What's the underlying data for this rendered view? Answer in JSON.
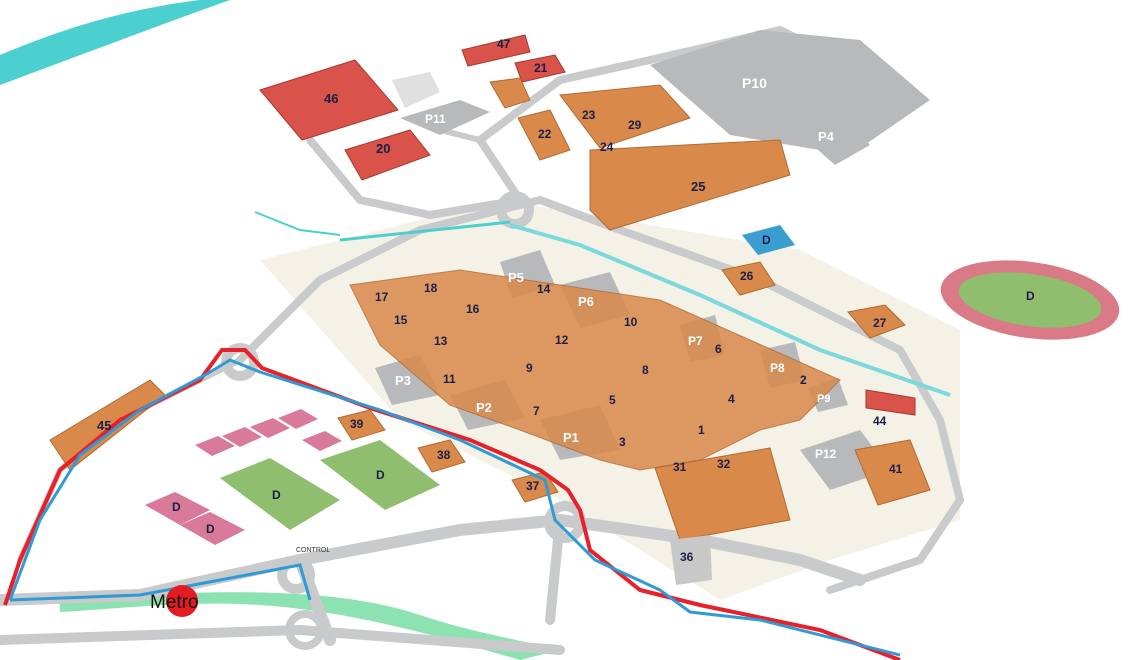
{
  "map": {
    "metro_label": "Metro",
    "control_label": "CONTROL",
    "parkings": [
      {
        "id": "P10",
        "label": "P10"
      },
      {
        "id": "P11",
        "label": "P11"
      },
      {
        "id": "P4",
        "label": "P4"
      },
      {
        "id": "P5",
        "label": "P5"
      },
      {
        "id": "P6",
        "label": "P6"
      },
      {
        "id": "P7",
        "label": "P7"
      },
      {
        "id": "P8",
        "label": "P8"
      },
      {
        "id": "P9",
        "label": "P9"
      },
      {
        "id": "P3",
        "label": "P3"
      },
      {
        "id": "P2",
        "label": "P2"
      },
      {
        "id": "P1",
        "label": "P1"
      },
      {
        "id": "P12",
        "label": "P12"
      }
    ],
    "buildings": [
      "47",
      "21",
      "46",
      "23",
      "29",
      "22",
      "24",
      "20",
      "25",
      "26",
      "27",
      "14",
      "18",
      "17",
      "16",
      "15",
      "10",
      "6",
      "13",
      "12",
      "8",
      "11",
      "9",
      "5",
      "4",
      "2",
      "7",
      "3",
      "1",
      "44",
      "39",
      "38",
      "45",
      "37",
      "31",
      "32",
      "41",
      "36"
    ],
    "sports_label": "D",
    "colors": {
      "building": "#d9894a",
      "building_red": "#d9534a",
      "parking": "#b8b9bb",
      "road": "#c9cacc",
      "grass": "#8fbf6e",
      "track": "#d97a86",
      "river": "#4ccfcf",
      "route_red": "#e8202a",
      "route_blue": "#2f9bd6",
      "metro": "#e31b23"
    }
  }
}
